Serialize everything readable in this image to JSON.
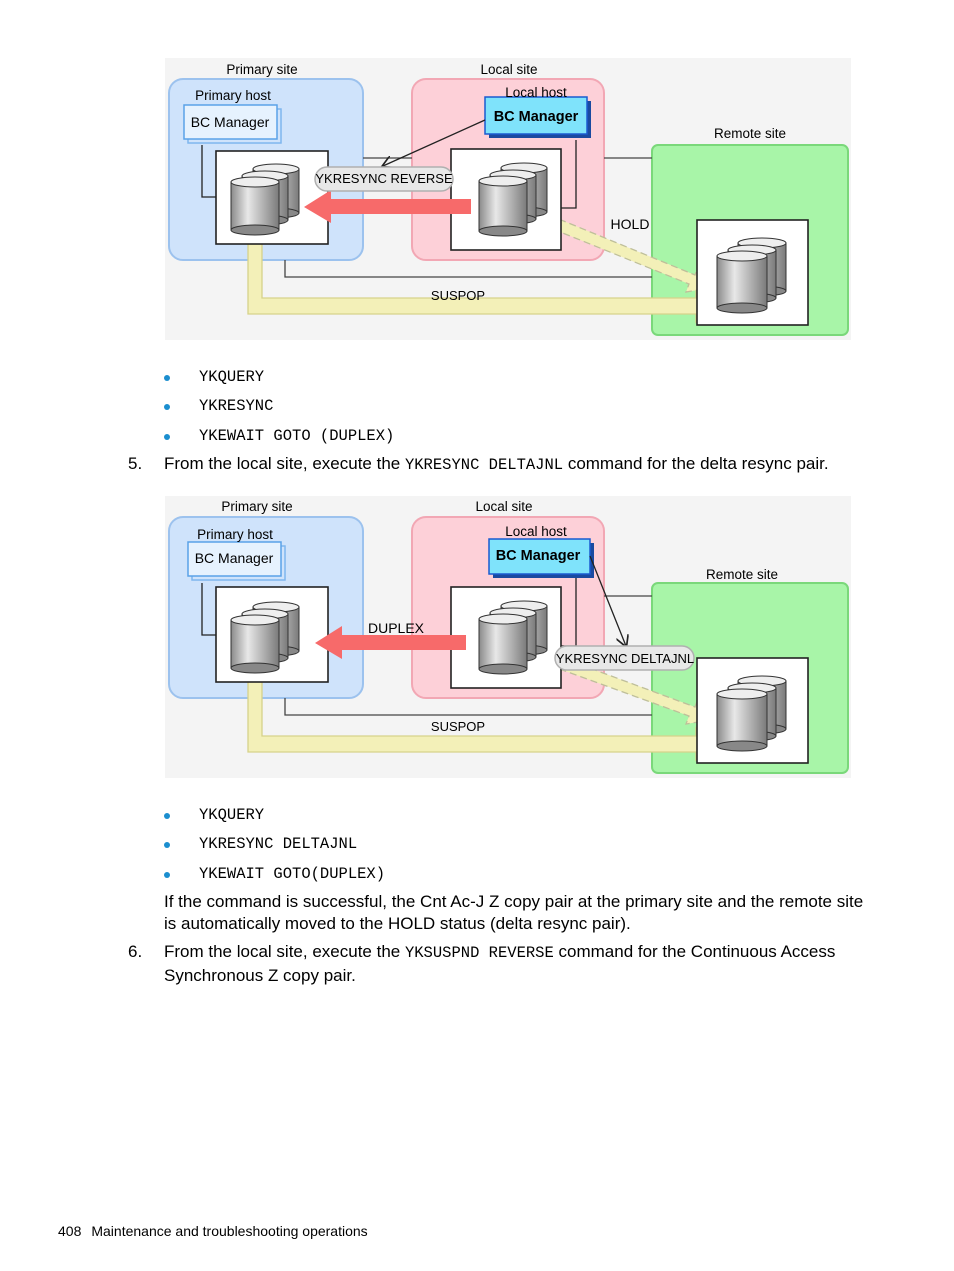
{
  "figure1": {
    "primary_site": "Primary site",
    "primary_host": "Primary host",
    "primary_bc": "BC Manager",
    "local_site": "Local site",
    "local_host": "Local host",
    "local_bc": "BC Manager",
    "remote_site": "Remote site",
    "command_label": "YKRESYNC REVERSE",
    "hold_label": "HOLD",
    "suspop_label": "SUSPOP"
  },
  "list1": [
    "YKQUERY",
    "YKRESYNC",
    "YKEWAIT GOTO (DUPLEX)"
  ],
  "step5": {
    "number": "5.",
    "text_before": "From the local site, execute the ",
    "command": "YKRESYNC DELTAJNL",
    "text_after": " command for the delta resync pair."
  },
  "figure2": {
    "primary_site": "Primary site",
    "primary_host": "Primary host",
    "primary_bc": "BC Manager",
    "local_site": "Local site",
    "local_host": "Local host",
    "local_bc": "BC Manager",
    "remote_site": "Remote site",
    "duplex_label": "DUPLEX",
    "command_label": "YKRESYNC DELTAJNL",
    "suspop_label": "SUSPOP"
  },
  "list2": [
    "YKQUERY",
    "YKRESYNC DELTAJNL",
    "YKEWAIT GOTO(DUPLEX)"
  ],
  "note": "If the command is successful, the Cnt Ac-J Z copy pair at the primary site and the remote site is automatically moved to the HOLD status (delta resync pair).",
  "step6": {
    "number": "6.",
    "text_before": "From the local site, execute the ",
    "command": "YKSUSPND REVERSE",
    "text_after": " command for the Continuous Access Synchronous Z copy pair."
  },
  "footer": {
    "page_number": "408",
    "section": "Maintenance and troubleshooting operations"
  },
  "colors": {
    "primary_site_fill": "#cfe3fb",
    "local_site_fill": "#fdd0d8",
    "remote_site_fill": "#a8f5a8",
    "bc_local_fill": "#7fe3fb",
    "red_arrow": "#f76a6a",
    "yellow_arrow": "#f3f0b8",
    "bullet": "#1b8ecf"
  }
}
